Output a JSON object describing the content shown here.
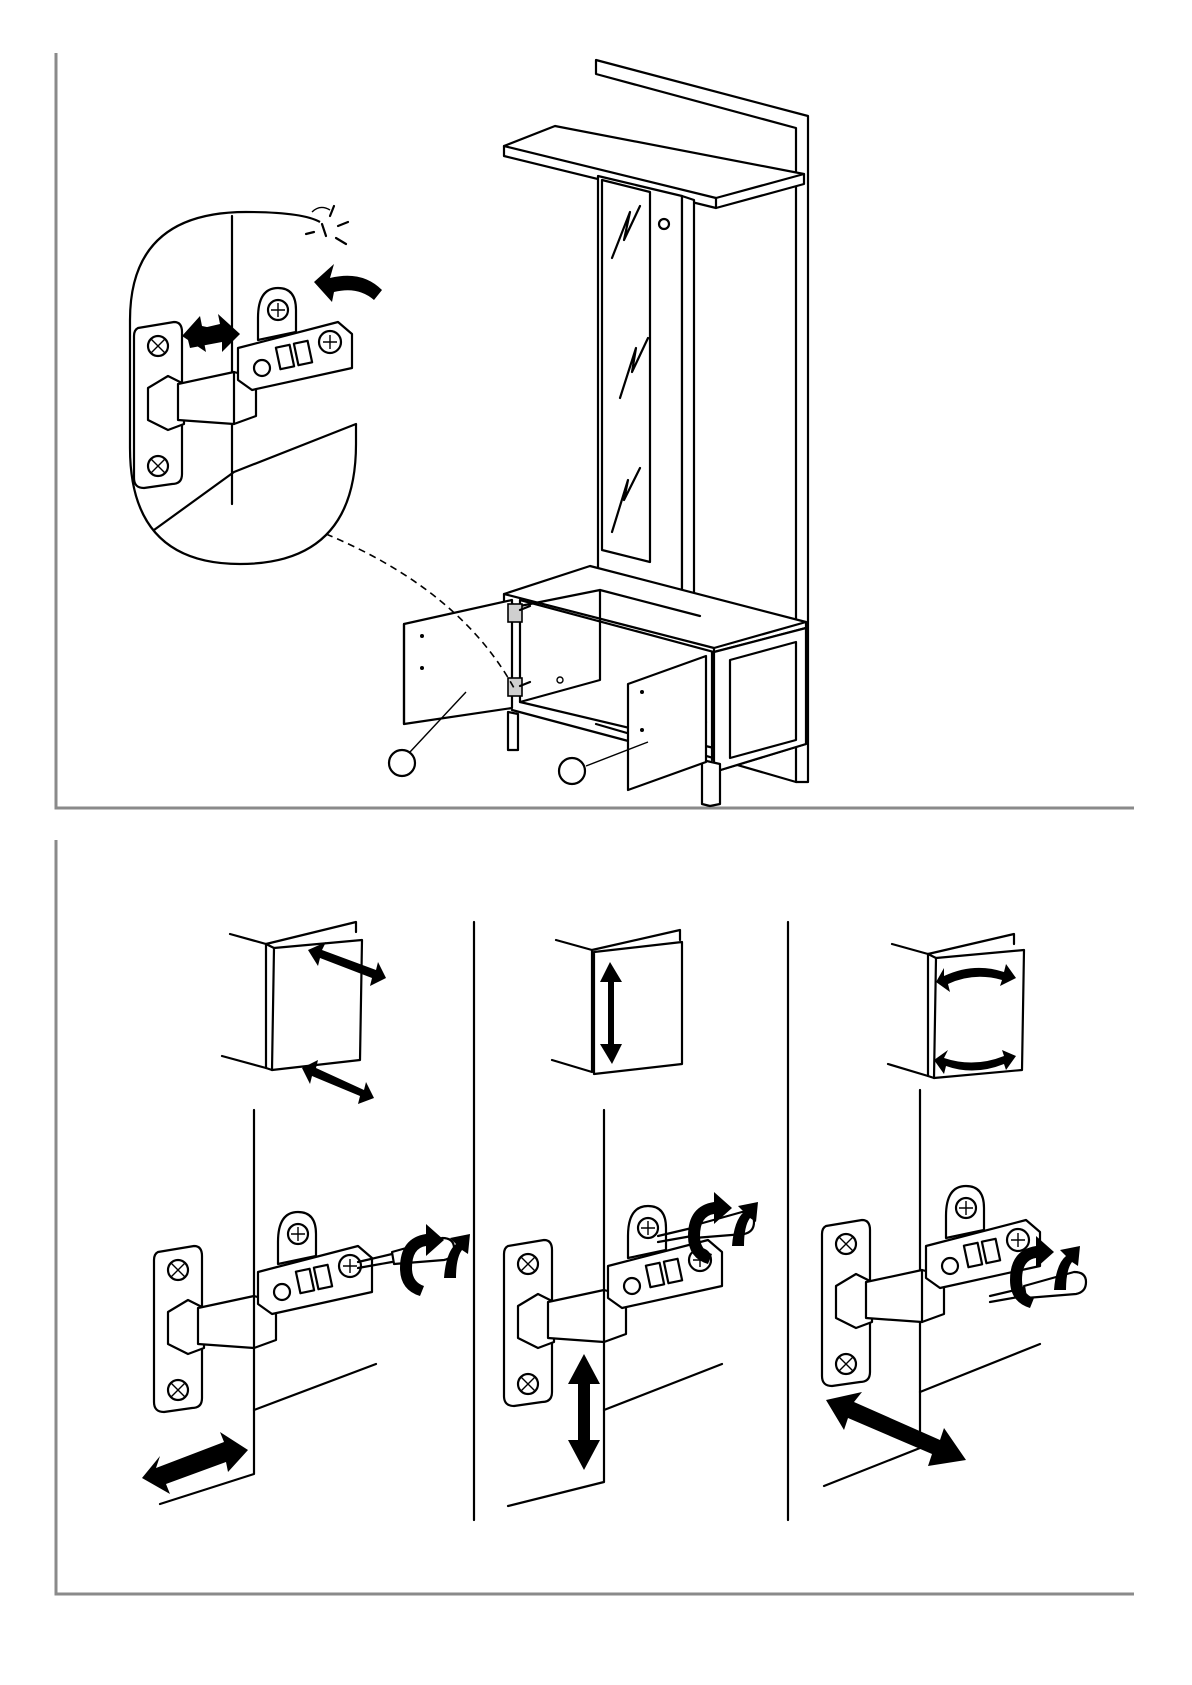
{
  "document": {
    "type": "assembly-instructions-page",
    "panels": [
      {
        "id": "top",
        "label": "door-hinge-installation",
        "callouts": [
          "",
          ""
        ]
      },
      {
        "id": "bottom",
        "label": "door-hinge-adjustment",
        "columns": [
          "side-adjustment",
          "height-adjustment",
          "depth-adjustment"
        ]
      }
    ],
    "icons": [
      "hinge-icon",
      "screwdriver-icon",
      "double-arrow-icon",
      "rotate-arrow-icon",
      "click-icon"
    ],
    "colors": {
      "line": "#000000",
      "frame": "#8a8a8a",
      "background": "#ffffff"
    }
  }
}
